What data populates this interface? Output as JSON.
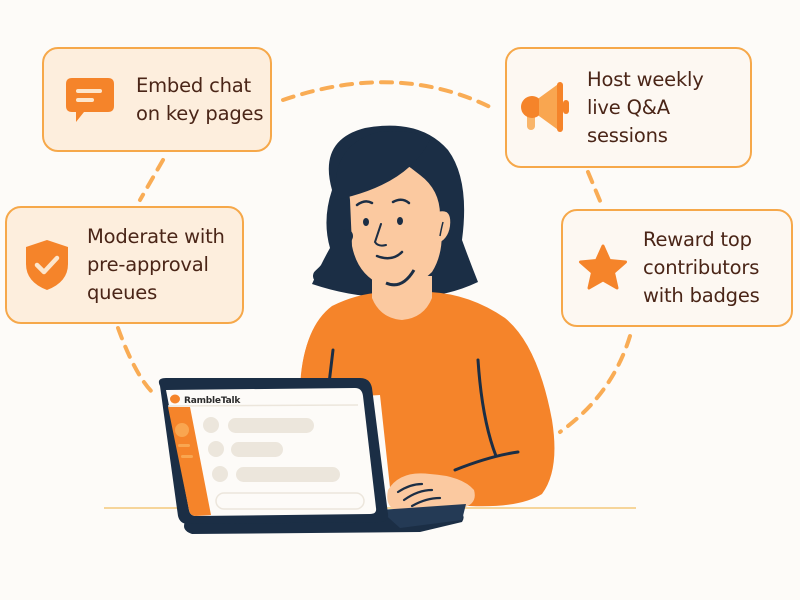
{
  "illustration": {
    "subject": "woman-using-laptop",
    "colors": {
      "accent": "#f5842a",
      "accent_light": "#f9a650",
      "card_border": "#f6a84a",
      "card_fill": "#fdeedd",
      "text": "#4a2517",
      "navy": "#1b2e45",
      "skin": "#fbc9a0",
      "background": "#fdfbf8"
    }
  },
  "cards": [
    {
      "id": "embed-chat",
      "icon": "chat-bubble-icon",
      "lines": [
        "Embed chat",
        "on key pages"
      ]
    },
    {
      "id": "host-qa",
      "icon": "megaphone-icon",
      "lines": [
        "Host weekly",
        "live Q&A",
        "sessions"
      ]
    },
    {
      "id": "moderate",
      "icon": "shield-check-icon",
      "lines": [
        "Moderate with",
        "pre-approval",
        "queues"
      ]
    },
    {
      "id": "reward",
      "icon": "star-icon",
      "lines": [
        "Reward top",
        "contributors",
        "with badges"
      ]
    }
  ],
  "laptop": {
    "app_name": "RambleTalk"
  }
}
